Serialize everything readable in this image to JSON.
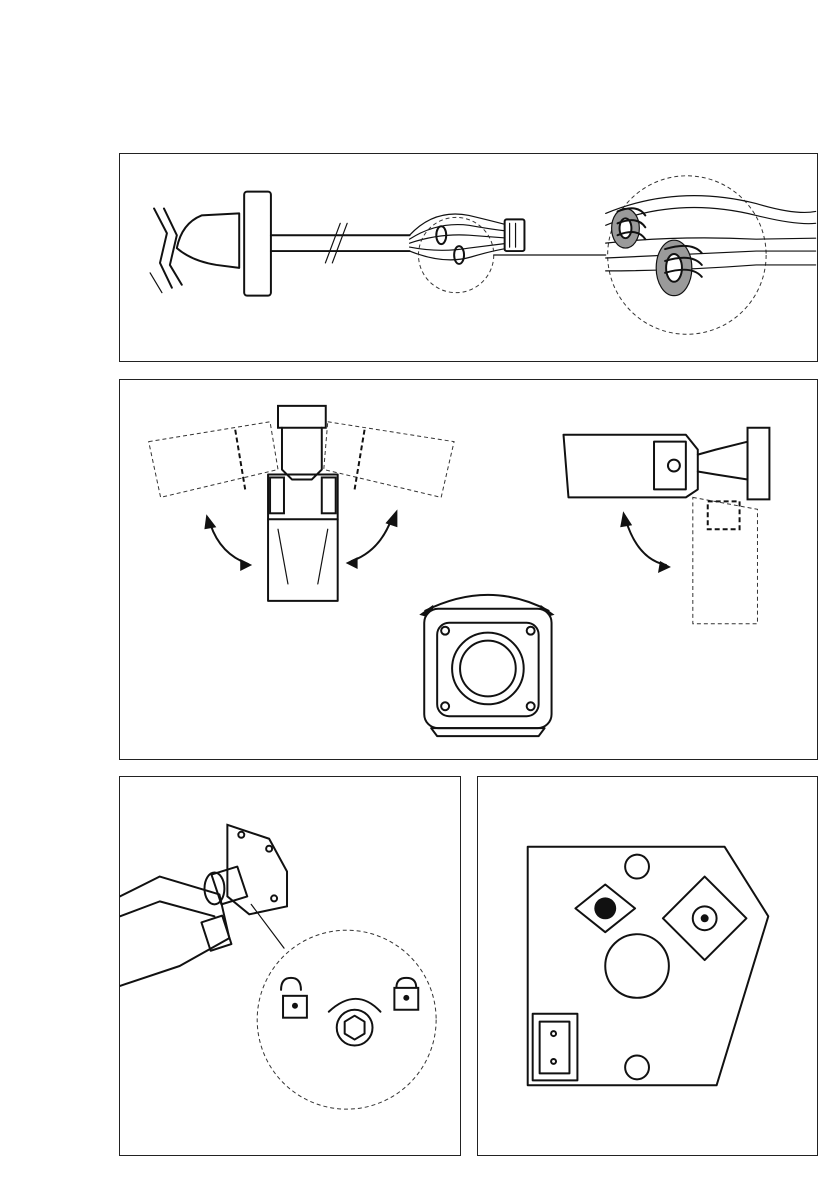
{
  "figure": {
    "panels": [
      {
        "id": "cable-ferrite-panel",
        "icons": [
          "camera-mount-icon",
          "cable-icon",
          "connector-icon",
          "ferrite-core-detail-icon"
        ]
      },
      {
        "id": "adjustment-range-panel",
        "icons": [
          "pan-rotation-arrow-icon",
          "tilt-rotation-arrow-icon",
          "rotation-arrow-icon"
        ]
      },
      {
        "id": "lock-screw-panel",
        "icons": [
          "unlocked-padlock-icon",
          "hex-screw-icon",
          "locked-padlock-icon"
        ]
      },
      {
        "id": "board-layout-panel",
        "icons": [
          "joystick-button-icon",
          "connector-port-icon",
          "mounting-hole-icon"
        ]
      }
    ],
    "colors": {
      "line": "#111111",
      "ferrite": "#9a9a9a",
      "background": "#ffffff"
    }
  }
}
